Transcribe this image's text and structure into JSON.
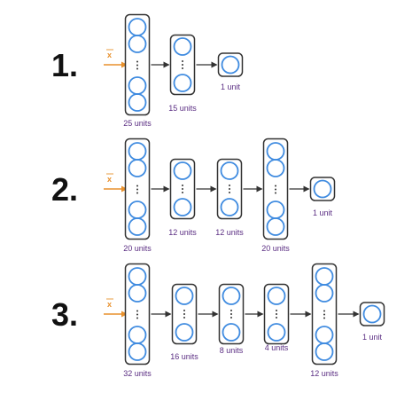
{
  "diagram": {
    "colors": {
      "node_stroke": "#3f8be0",
      "box_stroke": "#333333",
      "box_fill": "#ffffff",
      "arrow": "#333333",
      "input_arrow": "#e8912d",
      "unit_text": "#5a2d82",
      "number_text": "#111111"
    },
    "input_label": "x",
    "networks": [
      {
        "number_label": "1.",
        "layers": [
          {
            "units_label": "25 units",
            "kind": "tall"
          },
          {
            "units_label": "15 units",
            "kind": "medium"
          },
          {
            "units_label": "1 unit",
            "kind": "single"
          }
        ]
      },
      {
        "number_label": "2.",
        "layers": [
          {
            "units_label": "20 units",
            "kind": "tall"
          },
          {
            "units_label": "12 units",
            "kind": "medium"
          },
          {
            "units_label": "12 units",
            "kind": "medium"
          },
          {
            "units_label": "20 units",
            "kind": "tall"
          },
          {
            "units_label": "1 unit",
            "kind": "single"
          }
        ]
      },
      {
        "number_label": "3.",
        "layers": [
          {
            "units_label": "32 units",
            "kind": "tall"
          },
          {
            "units_label": "16 units",
            "kind": "medium"
          },
          {
            "units_label": "8 units",
            "kind": "medium"
          },
          {
            "units_label": "4 units",
            "kind": "medium"
          },
          {
            "units_label": "12 units",
            "kind": "tall"
          },
          {
            "units_label": "1 unit",
            "kind": "single"
          }
        ]
      }
    ]
  }
}
